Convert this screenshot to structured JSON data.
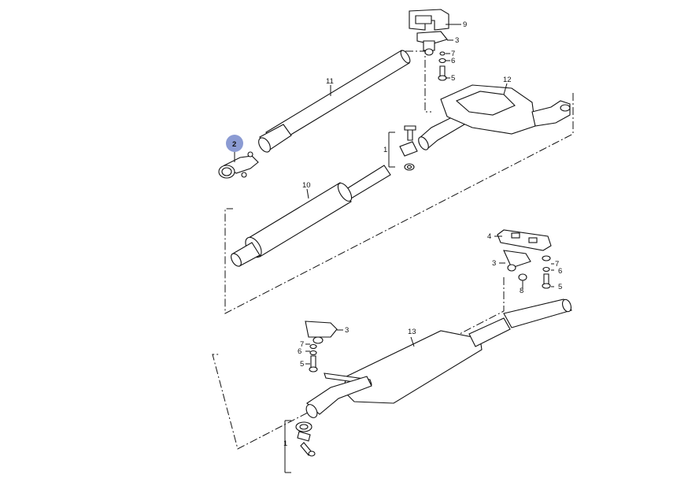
{
  "diagram": {
    "highlight_color": "#8b9bd3",
    "labels": {
      "p1": "1",
      "p2": "2",
      "p3": "3",
      "p4": "4",
      "p5": "5",
      "p6": "6",
      "p7": "7",
      "p8": "8",
      "p9": "9",
      "p10": "10",
      "p11": "11",
      "p12": "12",
      "p13": "13"
    }
  }
}
